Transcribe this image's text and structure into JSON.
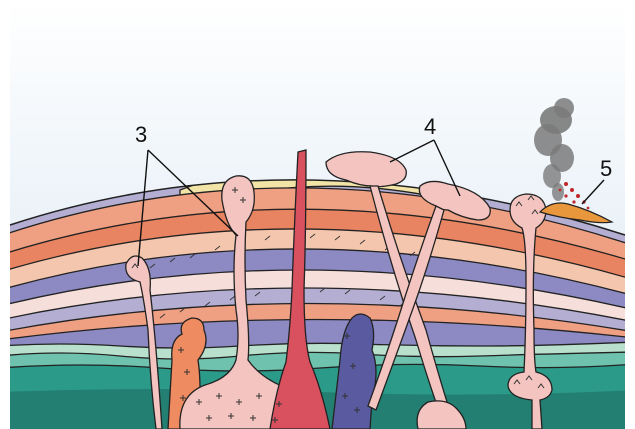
{
  "callouts": {
    "c3": "3",
    "c4": "4",
    "c5": "5"
  },
  "colors": {
    "sky_top": "#ffffff",
    "sky_bottom": "#d8e6f2",
    "lavender": "#b3aed2",
    "salmon": "#ef9f82",
    "orange": "#e98462",
    "peach": "#f4c6ad",
    "pale_pink": "#f6dedb",
    "purple": "#8d89c2",
    "pale_yellow": "#f2e4a6",
    "mint": "#b9e0cc",
    "teal_light": "#6fc2ad",
    "teal": "#2c9a88",
    "teal_dark": "#237f72",
    "intrusion_pink": "#f3c4c0",
    "central_dike": "#d9505f",
    "orange_pluton": "#ee8b61",
    "purple_pluton": "#5a5aa0",
    "lava_flow": "#e9973d",
    "ash_cloud": "#7a7a7a",
    "outline": "#222222"
  }
}
